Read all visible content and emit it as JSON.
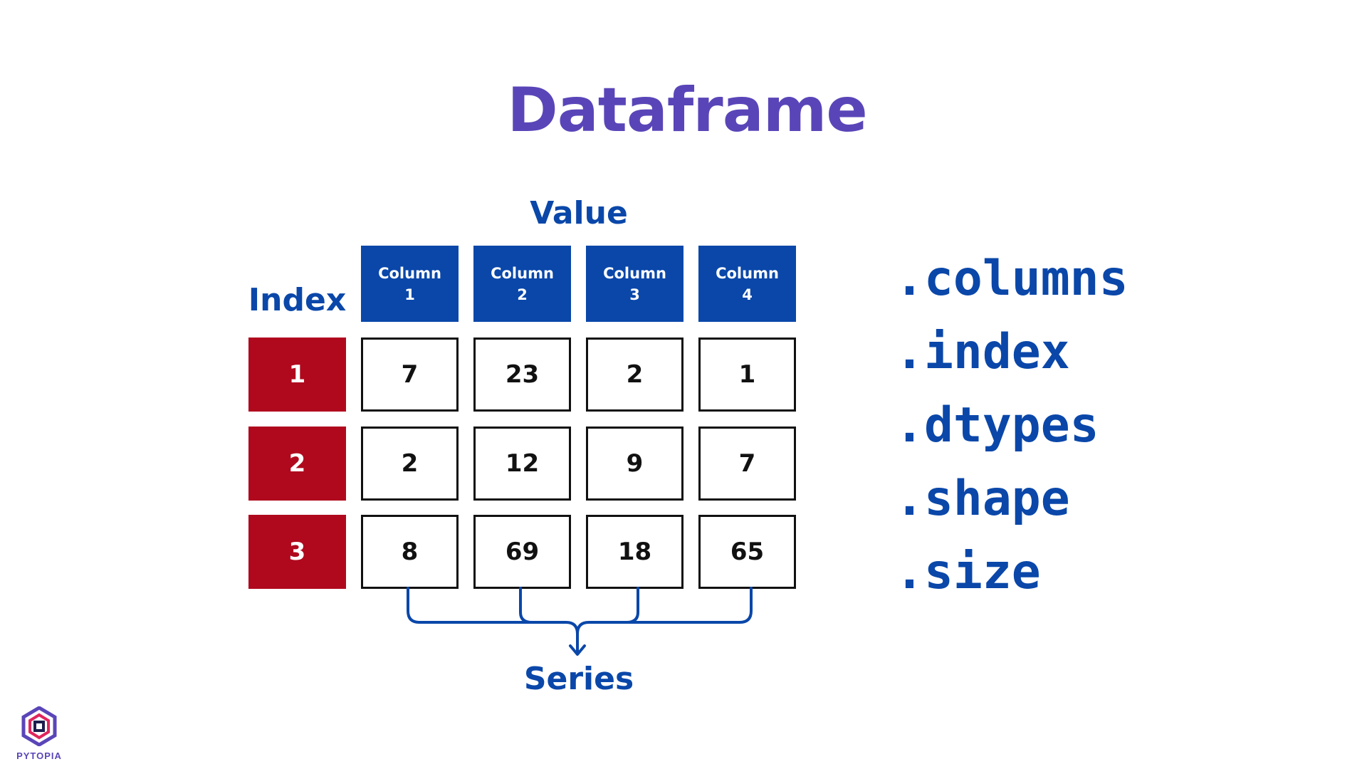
{
  "title": "Dataframe",
  "labels": {
    "value": "Value",
    "index": "Index",
    "series": "Series"
  },
  "columns": [
    {
      "line1": "Column",
      "line2": "1"
    },
    {
      "line1": "Column",
      "line2": "2"
    },
    {
      "line1": "Column",
      "line2": "3"
    },
    {
      "line1": "Column",
      "line2": "4"
    }
  ],
  "index": [
    "1",
    "2",
    "3"
  ],
  "rows": [
    [
      "7",
      "23",
      "2",
      "1"
    ],
    [
      "2",
      "12",
      "9",
      "7"
    ],
    [
      "8",
      "69",
      "18",
      "65"
    ]
  ],
  "attributes": [
    ".columns",
    ".index",
    ".dtypes",
    ".shape",
    ".size"
  ],
  "logo": {
    "text": "PYTOPIA",
    "icon": "pytopia-hexagon-logo-icon"
  },
  "colors": {
    "title": "#5a45b8",
    "accent_blue": "#0a47a9",
    "index_red": "#b0091e",
    "cell_border": "#111111"
  }
}
